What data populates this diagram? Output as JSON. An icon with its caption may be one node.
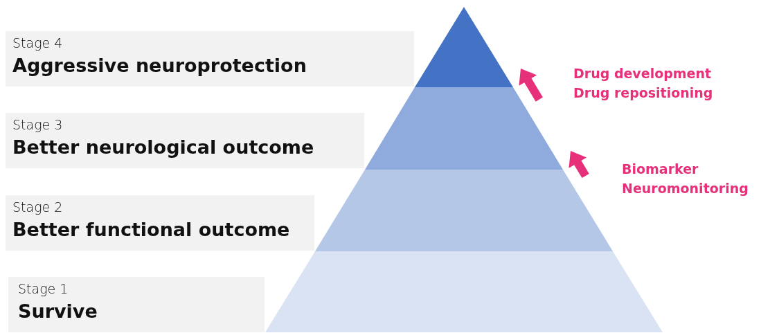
{
  "diagram": {
    "nodes": [
      {
        "text": [
          "Stage 4",
          "Aggressive neuroprotection"
        ]
      },
      {
        "text": [
          "Stage 3",
          "Better neurological outcome"
        ]
      },
      {
        "text": [
          "Stage 2",
          "Better functional outcome"
        ]
      },
      {
        "text": [
          "Stage 1",
          "Survive"
        ]
      }
    ],
    "edges": [],
    "labels": [
      "Drug development",
      "Drug repositioning",
      "Biomarker",
      "Neuromonitoring"
    ]
  }
}
